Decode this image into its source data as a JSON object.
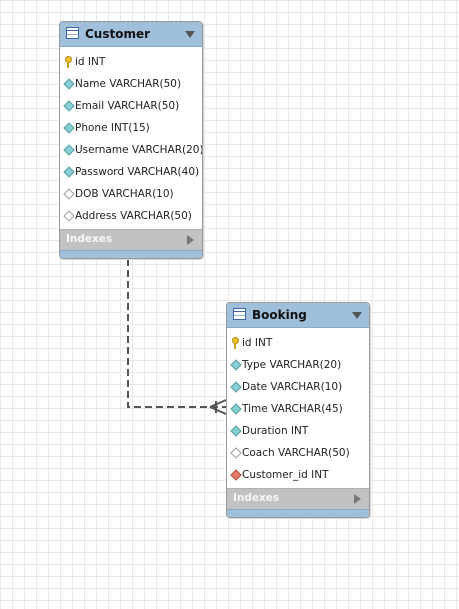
{
  "tables": [
    {
      "id": "customer",
      "name": "Customer",
      "columns": [
        {
          "text": "id INT",
          "kind": "primary-key"
        },
        {
          "text": "Name VARCHAR(50)",
          "kind": "column"
        },
        {
          "text": "Email VARCHAR(50)",
          "kind": "column"
        },
        {
          "text": "Phone INT(15)",
          "kind": "column"
        },
        {
          "text": "Username VARCHAR(20)",
          "kind": "column"
        },
        {
          "text": "Password VARCHAR(40)",
          "kind": "column"
        },
        {
          "text": "DOB VARCHAR(10)",
          "kind": "nullable-column"
        },
        {
          "text": "Address VARCHAR(50)",
          "kind": "nullable-column"
        }
      ],
      "indexes_label": "Indexes"
    },
    {
      "id": "booking",
      "name": "Booking",
      "columns": [
        {
          "text": "id INT",
          "kind": "primary-key"
        },
        {
          "text": "Type VARCHAR(20)",
          "kind": "column"
        },
        {
          "text": "Date VARCHAR(10)",
          "kind": "column"
        },
        {
          "text": "Time VARCHAR(45)",
          "kind": "column"
        },
        {
          "text": "Duration INT",
          "kind": "column"
        },
        {
          "text": "Coach VARCHAR(50)",
          "kind": "nullable-column"
        },
        {
          "text": "Customer_id INT",
          "kind": "foreign-key"
        }
      ],
      "indexes_label": "Indexes"
    }
  ],
  "relationship": {
    "from": "Customer",
    "to": "Booking",
    "type": "one-to-many",
    "style": "dashed"
  },
  "colors": {
    "header": "#9fbfda",
    "indexes_bar": "#c2c2c2",
    "column_icon": "#86cfd2",
    "primary_key_icon": "#f0c030",
    "foreign_key_icon": "#e07a6a",
    "relationship_line": "#555555"
  }
}
